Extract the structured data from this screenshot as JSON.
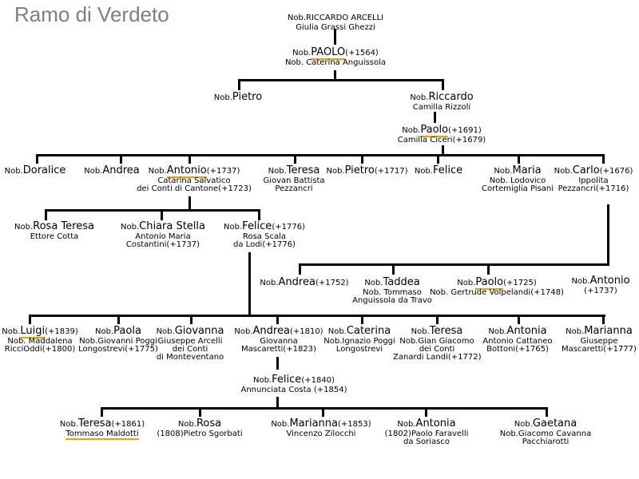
{
  "title": "Ramo di Verdeto",
  "persons": {
    "riccardo_arcelli": {
      "prefix": "Nob.",
      "name": "RICCARDO ARCELLI",
      "dates": "",
      "spouse": [
        "Giulia Grassi Ghezzi"
      ]
    },
    "paolo_1564": {
      "prefix": "Nob.",
      "name": "PAOLO",
      "dates": "(+1564)",
      "spouse": [
        "Nob. Caterina Anguissola"
      ]
    },
    "pietro_1": {
      "prefix": "Nob.",
      "name": "Pietro",
      "dates": "",
      "spouse": []
    },
    "riccardo_2": {
      "prefix": "Nob.",
      "name": "Riccardo",
      "dates": "",
      "spouse": [
        "Camilla Rizzoli"
      ]
    },
    "paolo_1691": {
      "prefix": "Nob.",
      "name": "Paolo",
      "dates": "(+1691)",
      "spouse": [
        "Camilla Ciceri(+1679)"
      ]
    },
    "doralice": {
      "prefix": "Nob.",
      "name": "Doralice",
      "dates": "",
      "spouse": []
    },
    "andrea_1": {
      "prefix": "Nob.",
      "name": "Andrea",
      "dates": "",
      "spouse": []
    },
    "antonio_1737": {
      "prefix": "Nob.",
      "name": "Antonio",
      "dates": "(+1737)",
      "spouse": [
        "Catarina Salvatico",
        "dei Conti di Cantone(+1723)"
      ]
    },
    "teresa_1": {
      "prefix": "Nob.",
      "name": "Teresa",
      "dates": "",
      "spouse": [
        "Giovan Battista",
        "Pezzancri"
      ]
    },
    "pietro_1717": {
      "prefix": "Nob.",
      "name": "Pietro",
      "dates": "(+1717)",
      "spouse": []
    },
    "felice_1": {
      "prefix": "Nob.",
      "name": "Felice",
      "dates": "",
      "spouse": []
    },
    "maria": {
      "prefix": "Nob.",
      "name": "Maria",
      "dates": "",
      "spouse": [
        "Nob. Lodovico",
        "Cortemiglia Pisani"
      ]
    },
    "carlo_1676": {
      "prefix": "Nob.",
      "name": "Carlo",
      "dates": "(+1676)",
      "spouse": [
        "Ippolita",
        "Pezzancri(+1716)"
      ]
    },
    "rosa_teresa": {
      "prefix": "Nob.",
      "name": "Rosa Teresa",
      "dates": "",
      "spouse": [
        "Ettore Cotta"
      ]
    },
    "chiara_stella": {
      "prefix": "Nob.",
      "name": "Chiara Stella",
      "dates": "",
      "spouse": [
        "Antonio Maria",
        "Costantini(+1737)"
      ]
    },
    "felice_1776": {
      "prefix": "Nob.",
      "name": "Felice",
      "dates": "(+1776)",
      "spouse": [
        "Rosa Scala",
        "da Lodi(+1776)"
      ]
    },
    "andrea_1752": {
      "prefix": "Nob.",
      "name": "Andrea",
      "dates": "(+1752)",
      "spouse": []
    },
    "taddea": {
      "prefix": "Nob.",
      "name": "Taddea",
      "dates": "",
      "spouse": [
        "Nob. Tommaso",
        "Anguissola da Travo"
      ]
    },
    "paolo_1725": {
      "prefix": "Nob.",
      "name": "Paolo",
      "dates": "(+1725)",
      "spouse": [
        "Nob. Gertrude Volpelandi(+1748)"
      ]
    },
    "antonio_1737b": {
      "prefix": "Nob.",
      "name": "Antonio",
      "dates": "(+1737)",
      "spouse": []
    },
    "luigi_1839": {
      "prefix": "Nob.",
      "name": "Luigi",
      "dates": "(+1839)",
      "spouse": [
        "Nob. Maddalena",
        "RicciOddi(+1800)"
      ]
    },
    "paola": {
      "prefix": "Nob.",
      "name": "Paola",
      "dates": "",
      "spouse": [
        "Nob.Giovanni Poggi",
        "Longostrevi(+1775)"
      ]
    },
    "giovanna": {
      "prefix": "Nob.",
      "name": "Giovanna",
      "dates": "",
      "spouse": [
        "Giuseppe Arcelli",
        "dei Conti",
        "di Monteventano"
      ]
    },
    "andrea_1810": {
      "prefix": "Nob.",
      "name": "Andrea",
      "dates": "(+1810)",
      "spouse": [
        "Giovanna",
        "Mascaretti(+1823)"
      ]
    },
    "caterina": {
      "prefix": "Nob.",
      "name": "Caterina",
      "dates": "",
      "spouse": [
        "Nob.Ignazio Poggi",
        "Longostrevi"
      ]
    },
    "teresa_2": {
      "prefix": "Nob.",
      "name": "Teresa",
      "dates": "",
      "spouse": [
        "Nob.Gian Giacomo",
        "dei Conti",
        "Zanardi Landi(+1772)"
      ]
    },
    "antonia_1": {
      "prefix": "Nob.",
      "name": "Antonia",
      "dates": "",
      "spouse": [
        "Antonio Cattaneo",
        "Bottoni(+1765)"
      ]
    },
    "marianna_1": {
      "prefix": "Nob.",
      "name": "Marianna",
      "dates": "",
      "spouse": [
        "Giuseppe",
        "Mascaretti(+1777)"
      ]
    },
    "felice_1840": {
      "prefix": "Nob.",
      "name": "Felice",
      "dates": "(+1840)",
      "spouse": [
        "Annunciata Costa (+1854)"
      ]
    },
    "teresa_1861": {
      "prefix": "Nob.",
      "name": "Teresa",
      "dates": "(+1861)",
      "spouse": [
        "Tommaso Maldotti"
      ]
    },
    "rosa": {
      "prefix": "Nob.",
      "name": "Rosa",
      "dates": "",
      "spouse": [
        "(1808)Pietro Sgorbati"
      ]
    },
    "marianna_1853": {
      "prefix": "Nob.",
      "name": "Marianna",
      "dates": "(+1853)",
      "spouse": [
        "Vincenzo Zilocchi"
      ]
    },
    "antonia_2": {
      "prefix": "Nob.",
      "name": "Antonia",
      "dates": "",
      "spouse": [
        "(1802)Paolo Faravelli",
        "da Soriasco"
      ]
    },
    "gaetana": {
      "prefix": "Nob.",
      "name": "Gaetana",
      "dates": "",
      "spouse": [
        "Nob.Giacomo  Cavanna",
        "Pacchiarotti"
      ]
    }
  }
}
